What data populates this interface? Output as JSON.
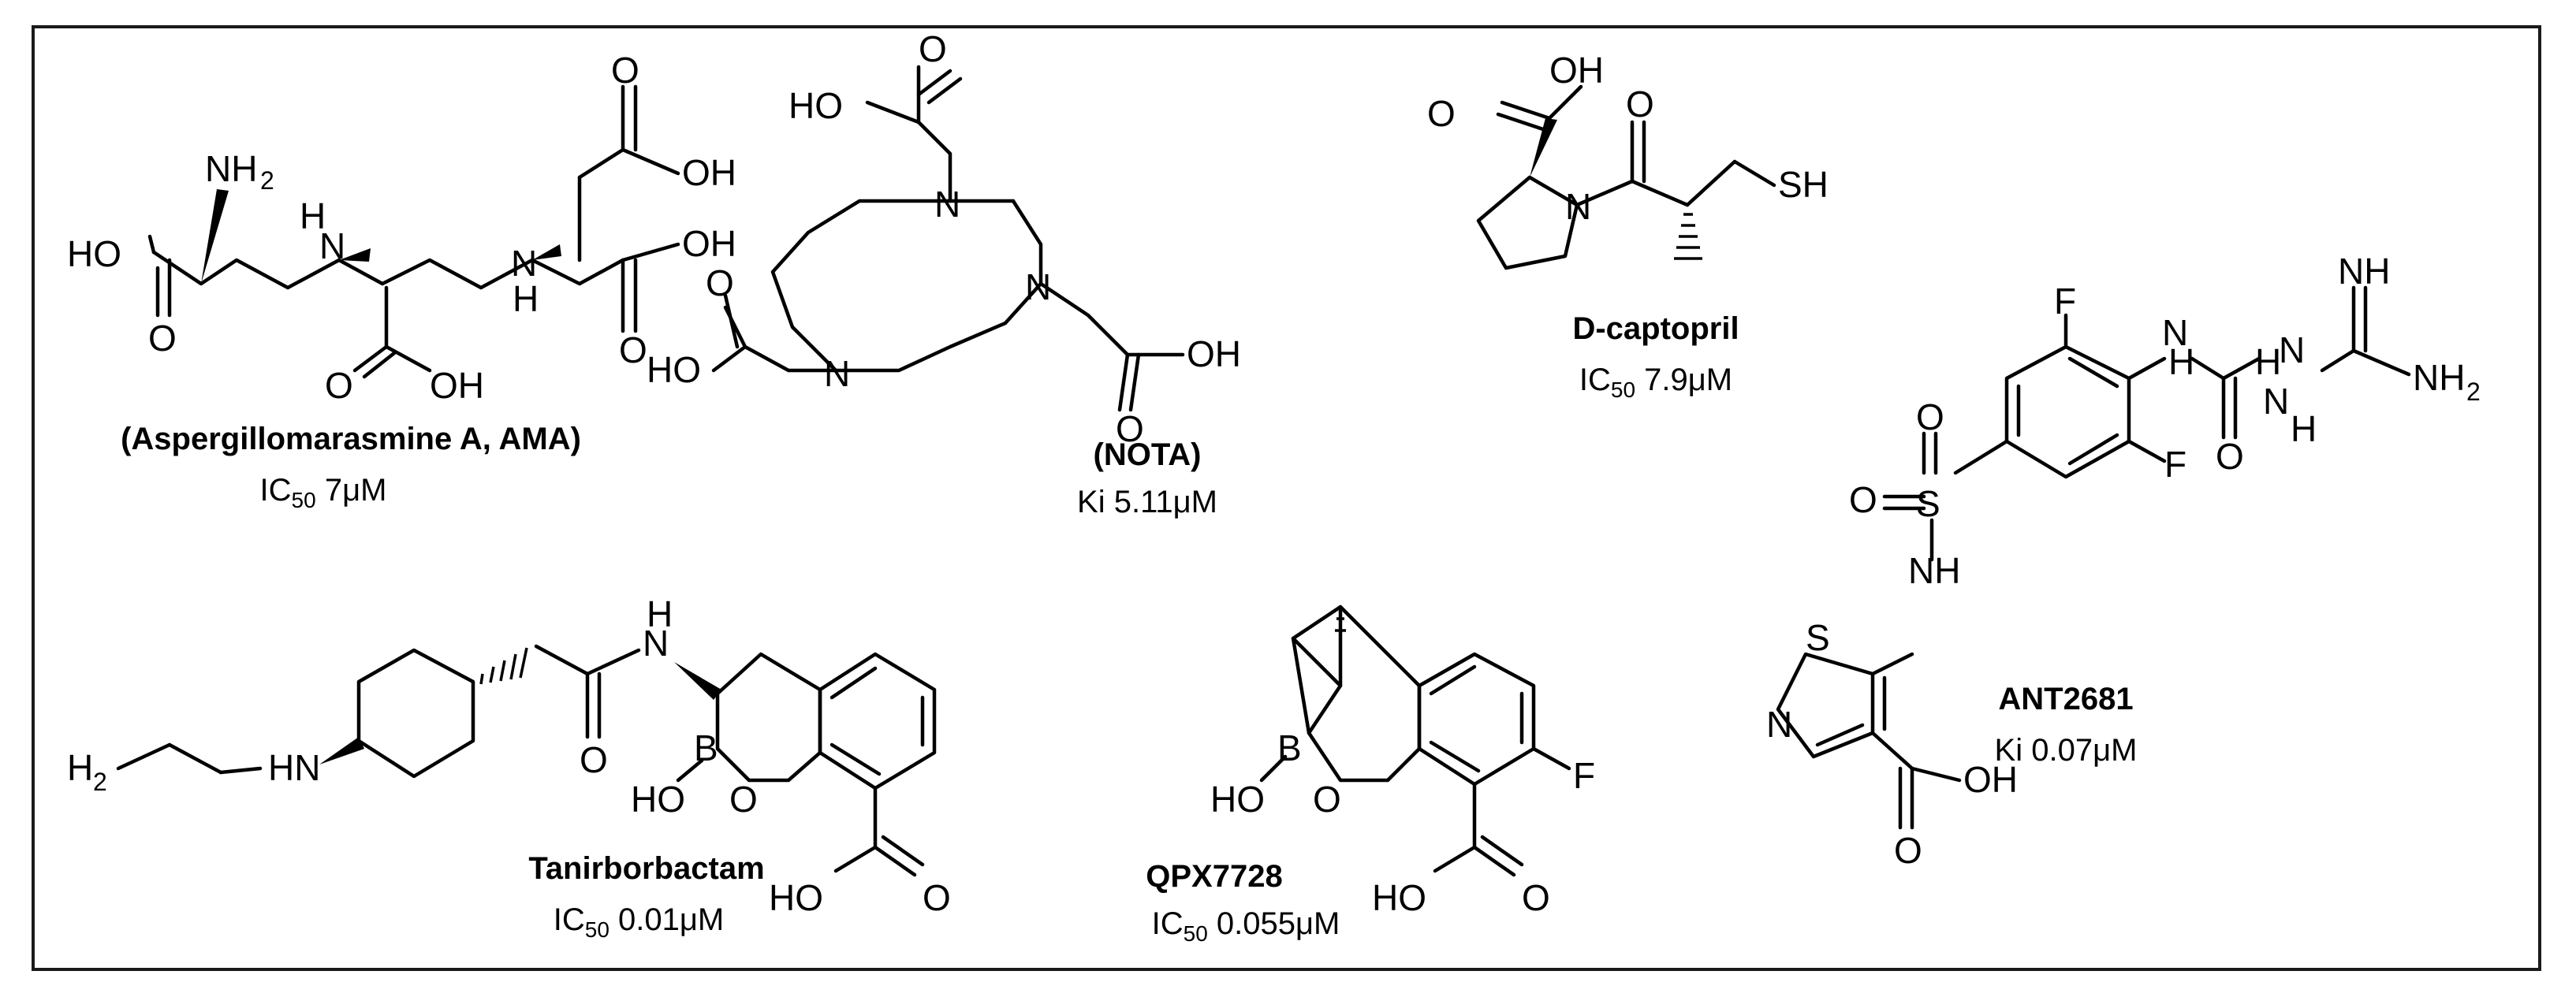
{
  "compounds": [
    {
      "name": "(Aspergillomarasmine A, AMA)",
      "activity_label": "IC",
      "activity_sub": "50",
      "activity_value": "7μM"
    },
    {
      "name": "(NOTA)",
      "activity_label": "Ki",
      "activity_sub": "",
      "activity_value": "5.11μM"
    },
    {
      "name": "D-captopril",
      "activity_label": "IC",
      "activity_sub": "50",
      "activity_value": "7.9μM"
    },
    {
      "name": "ANT2681",
      "activity_label": "Ki",
      "activity_sub": "",
      "activity_value": "0.07μM"
    },
    {
      "name": "Tanirborbactam",
      "activity_label": "IC",
      "activity_sub": "50",
      "activity_value": "0.01μM"
    },
    {
      "name": "QPX7728",
      "activity_label": "IC",
      "activity_sub": "50",
      "activity_value": "0.055μM"
    }
  ],
  "atoms": {
    "O": "O",
    "OH": "OH",
    "HO": "HO",
    "N": "N",
    "H": "H",
    "NH": "NH",
    "NH2": "NH",
    "H2N": "H",
    "HN": "HN",
    "SH": "SH",
    "S": "S",
    "B": "B",
    "F": "F",
    "sub2": "2"
  }
}
